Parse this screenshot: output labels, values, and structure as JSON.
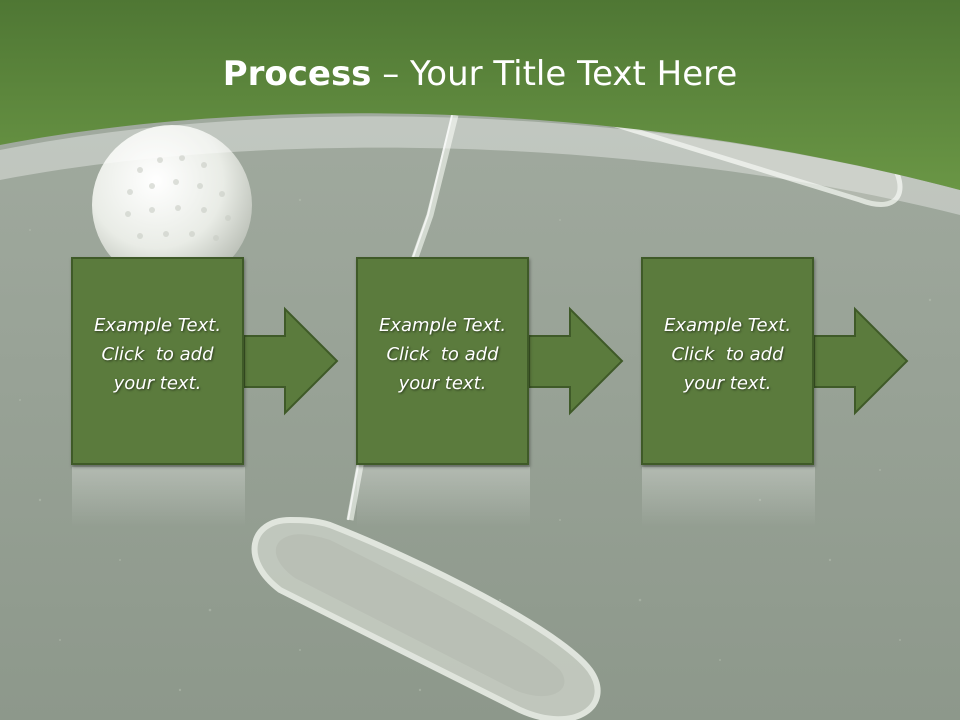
{
  "title": {
    "bold_part": "Process",
    "rest_part": " – Your Title Text Here"
  },
  "steps": [
    {
      "line1": "Example Text.",
      "line2": "Click  to add",
      "line3": "your text."
    },
    {
      "line1": "Example Text.",
      "line2": "Click  to add",
      "line3": "your text."
    },
    {
      "line1": "Example Text.",
      "line2": "Click  to add",
      "line3": "your text."
    }
  ],
  "colors": {
    "header_green": "#5e8a3c",
    "box_fill": "#5b7b3d",
    "box_border": "#3f5a28",
    "background_gray": "#9aa598",
    "title_text": "#ffffff"
  }
}
